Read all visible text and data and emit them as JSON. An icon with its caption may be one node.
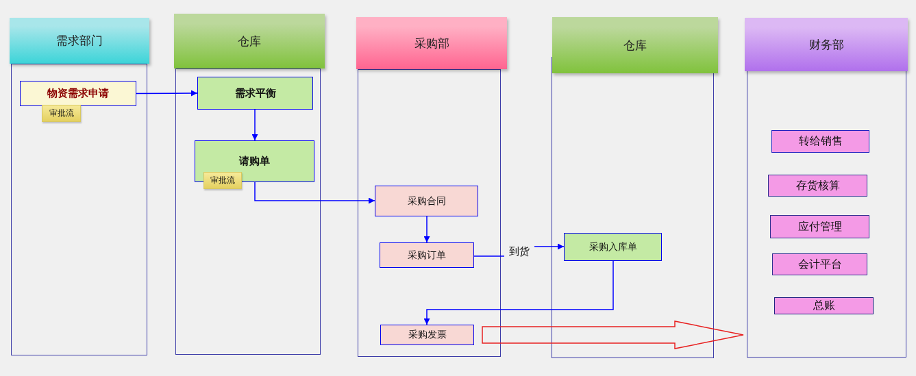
{
  "diagram": {
    "nodes": [
      {
        "text": [
          "需求部门"
        ]
      },
      {
        "text": [
          "物资需求申请"
        ],
        "in": 0
      },
      {
        "text": [
          "审批流"
        ],
        "in": 0
      },
      {
        "text": [
          "仓库"
        ]
      },
      {
        "text": [
          "需求平衡"
        ],
        "in": 3
      },
      {
        "text": [
          "请购单"
        ],
        "in": 3
      },
      {
        "text": [
          "审批流"
        ],
        "in": 3
      },
      {
        "text": [
          "采购部"
        ]
      },
      {
        "text": [
          "采购合同"
        ],
        "in": 7
      },
      {
        "text": [
          "采购订单"
        ],
        "in": 7
      },
      {
        "text": [
          "采购发票"
        ],
        "in": 7
      },
      {
        "text": [
          "仓库"
        ]
      },
      {
        "text": [
          "采购入库单"
        ],
        "in": 11
      },
      {
        "text": [
          "财务部"
        ]
      },
      {
        "text": [
          "转给销售"
        ],
        "in": 13
      },
      {
        "text": [
          "存货核算"
        ],
        "in": 13
      },
      {
        "text": [
          "应付管理"
        ],
        "in": 13
      },
      {
        "text": [
          "会计平台"
        ],
        "in": 13
      },
      {
        "text": [
          "总账"
        ],
        "in": 13
      }
    ],
    "edges": [
      {
        "from": 1,
        "to": 4,
        "arrow": "to"
      },
      {
        "from": 4,
        "to": 5,
        "arrow": "to"
      },
      {
        "from": 5,
        "to": 8,
        "arrow": "to"
      },
      {
        "from": 8,
        "to": 9,
        "arrow": "to"
      },
      {
        "from": 9,
        "to": 12,
        "arrow": "to",
        "label": "到货"
      },
      {
        "from": 12,
        "to": 10,
        "arrow": "to"
      },
      {
        "from": 10,
        "to": 13,
        "arrow": "to",
        "style": "thick",
        "color": "#e82020"
      }
    ]
  }
}
